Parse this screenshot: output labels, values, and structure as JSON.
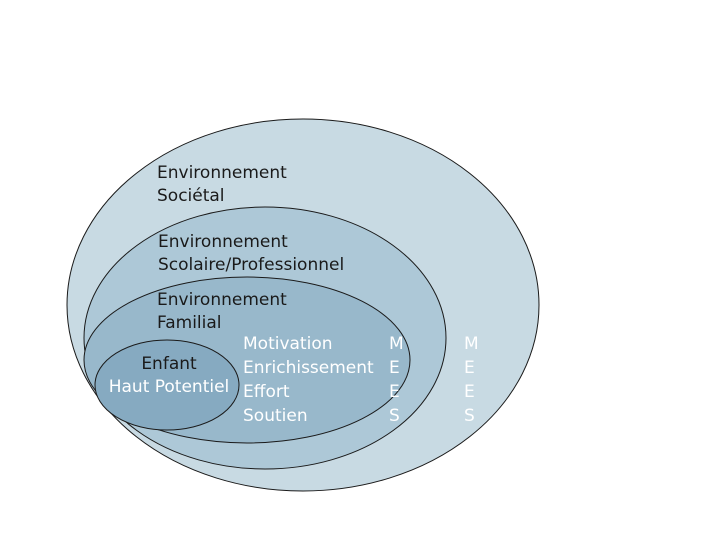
{
  "colors": {
    "societal": "#c8dae3",
    "scolaire": "#adc8d7",
    "familial": "#98b8cb",
    "enfant": "#86aac1",
    "stroke": "#1a1a1a"
  },
  "societal": {
    "line1": "Environnement",
    "line2": "Sociétal"
  },
  "scolaire": {
    "line1": "Environnement",
    "line2": "Scolaire/Professionnel"
  },
  "familial": {
    "line1": "Environnement",
    "line2": "Familial"
  },
  "enfant": {
    "line1": "Enfant",
    "line2": "Haut Potentiel"
  },
  "factors": [
    "Motivation",
    "Enrichissement",
    "Effort",
    "Soutien"
  ],
  "mees_inner": [
    "M",
    "E",
    "E",
    "S"
  ],
  "mees_outer": [
    "M",
    "E",
    "E",
    "S"
  ]
}
